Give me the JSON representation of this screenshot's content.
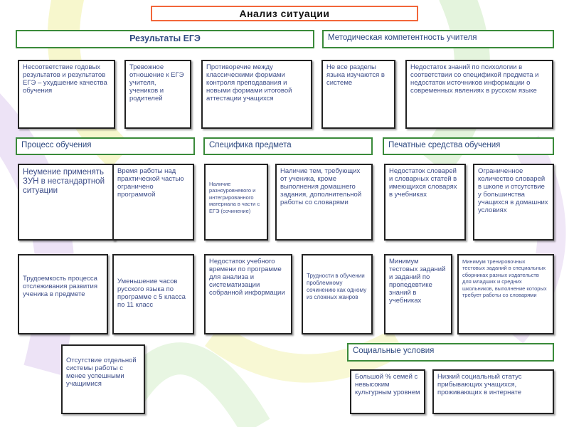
{
  "title": "Анализ ситуации",
  "headers": {
    "ege_results": "Результаты ЕГЭ",
    "methodical": "Методическая компетентность учителя",
    "learning_process": "Процесс обучения",
    "subject_specifics": "Специфика предмета",
    "printed_media": "Печатные средства обучения",
    "social": "Социальные условия"
  },
  "boxes": {
    "b1": "Несоответствие годовых результатов и результатов ЕГЭ – ухудшение качества обучения",
    "b2": "Тревожное отношение к ЕГЭ учителя, учеников и родителей",
    "b3": "Противоречие между классическими формами контроля преподавания и новыми формами итоговой аттестации учащихся",
    "b4": "Не все разделы языка изучаются в системе",
    "b5": "Недостаток знаний по психологии в соответствии со спецификой предмета и недостаток источников информации о современных явлениях в русском языке",
    "b6": "Неумение применять ЗУН в нестандартной ситуации",
    "b7": "Время работы над практической частью ограничено программой",
    "b8": "Наличие разноуровневого и интегрированного материала в части с ЕГЭ (сочинение)",
    "b9": "Наличие тем, требующих от ученика, кроме выполнения домашнего задания, дополнительной работы со словарями",
    "b10": "Недостаток словарей и словарных статей в имеющихся словарях в учебниках",
    "b11": "Ограниченное количество словарей в школе и отсутствие у большинства учащихся в домашних условиях",
    "b12": "Трудоемкость процесса отслеживания развития ученика в предмете",
    "b13": "Уменьшение часов русского языка по программе с 5 класса по 11 класс",
    "b14": "Недостаток учебного времени по программе для анализа и систематизации собранной информации",
    "b15": "Трудности в обучении проблемному сочинению как одному из сложных жанров",
    "b16": "Минимум тестовых заданий и заданий по пропедевтике знаний в учебниках",
    "b17": "Минимум тренировочных тестовых заданий в специальных сборниках разных издательств для младших и средних школьников, выполнение которых требует работы со словарями",
    "b18": "Отсутствие отдельной системы работы с менее успешными учащимися",
    "b19": "Большой % семей с невысоким культурным уровнем",
    "b20": "Низкий социальный статус прибывающих учащихся, проживающих в интернате"
  },
  "colors": {
    "title_border": "#f2663a",
    "header_border": "#3a8a3a",
    "box_border": "#222222",
    "text": "#3d4d88"
  }
}
